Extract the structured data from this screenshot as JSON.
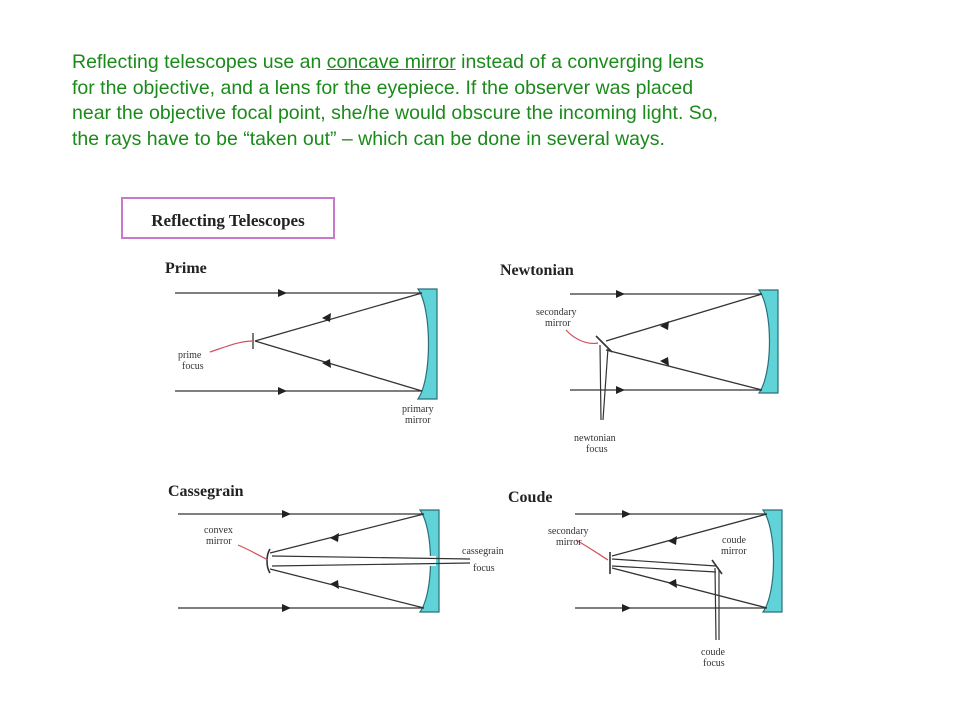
{
  "intro": {
    "l1_pre": "Reflecting telescopes use an ",
    "l1_link": "concave mirror",
    "l1_post": "  instead of a converging lens",
    "l2": "for the objective, and a lens for the eyepiece.  If the observer was placed",
    "l3": "near the objective focal point, she/he would obscure the incoming light. So,",
    "l4": "the rays have to be “taken out” – which can be done in several ways."
  },
  "figure": {
    "title": "Reflecting Telescopes",
    "prime": {
      "heading": "Prime",
      "focus_l1": "prime",
      "focus_l2": "focus",
      "mirror_l1": "primary",
      "mirror_l2": "mirror"
    },
    "newtonian": {
      "heading": "Newtonian",
      "secondary_l1": "secondary",
      "secondary_l2": "mirror",
      "focus_l1": "newtonian",
      "focus_l2": "focus"
    },
    "cassegrain": {
      "heading": "Cassegrain",
      "convex_l1": "convex",
      "convex_l2": "mirror",
      "focus_l1": "cassegrain",
      "focus_l2": "focus"
    },
    "coude": {
      "heading": "Coude",
      "secondary_l1": "secondary",
      "secondary_l2": "mirror",
      "mirror_l1": "coude",
      "mirror_l2": "mirror",
      "focus_l1": "coude",
      "focus_l2": "focus"
    }
  },
  "colors": {
    "intro_text": "#1a8a1a",
    "mirror_fill": "#5fd3d8",
    "title_box_border": "#c77ac9",
    "pointer_line": "#d0505a",
    "ray": "#333333"
  }
}
